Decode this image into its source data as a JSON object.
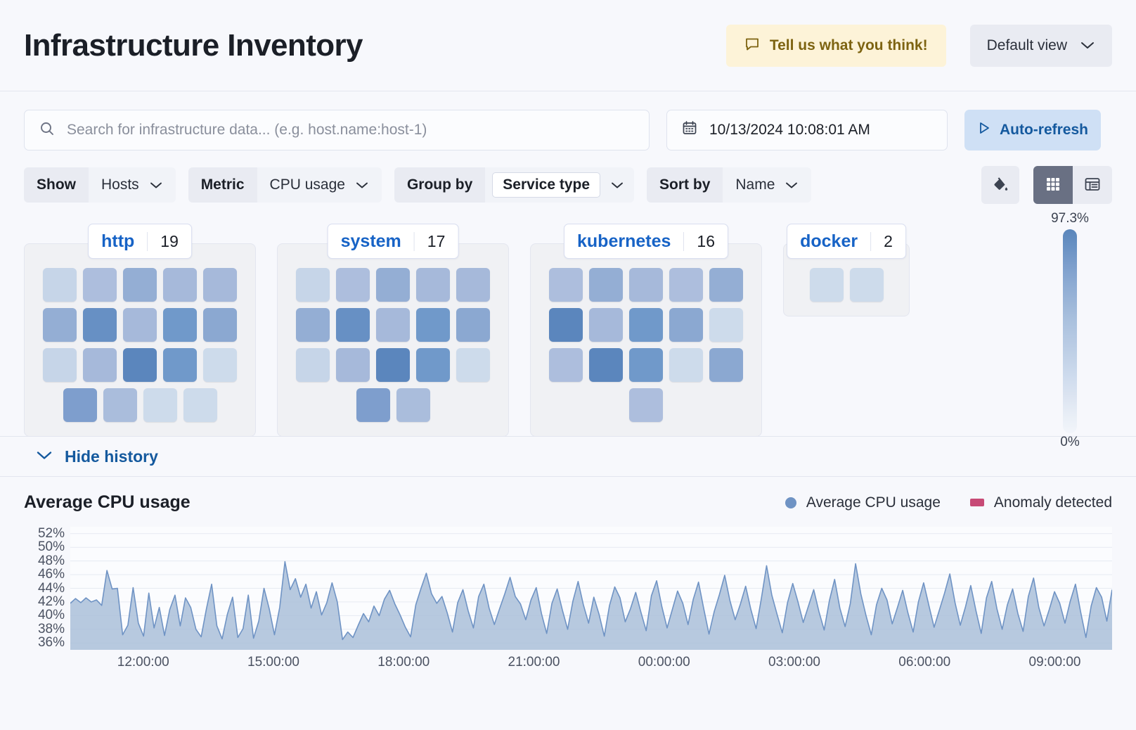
{
  "header": {
    "title": "Infrastructure Inventory",
    "feedback_label": "Tell us what you think!",
    "feedback_icon": "comment-icon",
    "view_label": "Default view",
    "view_chevron": "chevron-down-icon"
  },
  "search": {
    "icon": "search-icon",
    "placeholder": "Search for infrastructure data... (e.g. host.name:host-1)",
    "value": ""
  },
  "datepicker": {
    "icon": "calendar-icon",
    "value": "10/13/2024 10:08:01 AM"
  },
  "refresh": {
    "icon": "play-icon",
    "label": "Auto-refresh"
  },
  "filters": [
    {
      "label": "Show",
      "value": "Hosts",
      "boxed": false,
      "chevron": "chevron-down-icon"
    },
    {
      "label": "Metric",
      "value": "CPU usage",
      "boxed": false,
      "chevron": "chevron-down-icon"
    },
    {
      "label": "Group by",
      "value": "Service type",
      "boxed": true,
      "chevron": "chevron-down-icon"
    },
    {
      "label": "Sort by",
      "value": "Name",
      "boxed": false,
      "chevron": "chevron-down-icon"
    }
  ],
  "view_tools": {
    "legend_icon": "paint-bucket-icon",
    "grid_icon": "grid-view-icon",
    "table_icon": "table-view-icon",
    "active": "grid"
  },
  "legend_scale": {
    "max": "97.3%",
    "min": "0%"
  },
  "groups": [
    {
      "name": "http",
      "count": "19",
      "rows": [
        [
          "#c6d5e8",
          "#adbedd",
          "#94aed4",
          "#a6b9da",
          "#a6b9da"
        ],
        [
          "#94aed4",
          "#6790c4",
          "#a6b9da",
          "#7099ca",
          "#8ba8d1"
        ],
        [
          "#c6d5e8",
          "#a6b9da",
          "#5b86bd",
          "#7099ca",
          "#cddbeb"
        ],
        [
          "#7e9ecd",
          "#aabddc",
          "#cddbeb",
          "#cddbeb"
        ]
      ]
    },
    {
      "name": "system",
      "count": "17",
      "rows": [
        [
          "#c6d5e8",
          "#adbedd",
          "#94aed4",
          "#a6b9da",
          "#a6b9da"
        ],
        [
          "#94aed4",
          "#6790c4",
          "#a6b9da",
          "#7099ca",
          "#8ba8d1"
        ],
        [
          "#c6d5e8",
          "#a6b9da",
          "#5b86bd",
          "#7099ca",
          "#cddbeb"
        ],
        [
          "#7e9ecd",
          "#aabddc"
        ]
      ]
    },
    {
      "name": "kubernetes",
      "count": "16",
      "rows": [
        [
          "#adbedd",
          "#94aed4",
          "#a6b9da",
          "#adbedd",
          "#94aed4"
        ],
        [
          "#5b86bd",
          "#a6b9da",
          "#7099ca",
          "#8ba8d1",
          "#cddbeb"
        ],
        [
          "#adbedd",
          "#5b86bd",
          "#7099ca",
          "#cddbeb",
          "#8ba8d1"
        ],
        [
          "#adbedd"
        ]
      ]
    },
    {
      "name": "docker",
      "count": "2",
      "rows": [
        [
          "#cddbeb",
          "#cddbeb"
        ]
      ]
    }
  ],
  "history": {
    "toggle_label": "Hide history",
    "toggle_icon": "chevron-down-icon"
  },
  "chart_data": {
    "type": "area",
    "title": "Average CPU usage",
    "xlabel": "",
    "ylabel": "",
    "grid": true,
    "legend_position": "top-right",
    "legend": [
      {
        "name": "Average CPU usage",
        "color": "#6f93c4",
        "marker": "dot"
      },
      {
        "name": "Anomaly detected",
        "color": "#c74a76",
        "marker": "square"
      }
    ],
    "ylim": [
      35,
      53
    ],
    "yticks": [
      "52%",
      "50%",
      "48%",
      "46%",
      "44%",
      "42%",
      "40%",
      "38%",
      "36%"
    ],
    "ytick_values": [
      52,
      50,
      48,
      46,
      44,
      42,
      40,
      38,
      36
    ],
    "xticks": [
      "12:00:00",
      "15:00:00",
      "18:00:00",
      "21:00:00",
      "00:00:00",
      "03:00:00",
      "06:00:00",
      "09:00:00"
    ],
    "xtick_positions_pct": [
      7.0,
      19.5,
      32.0,
      44.5,
      57.0,
      69.5,
      82.0,
      94.5
    ],
    "series": [
      {
        "name": "Average CPU usage",
        "color": "#6f93c4",
        "fill": "#aabfd9",
        "values": [
          41.8,
          42.5,
          41.9,
          42.6,
          42.0,
          42.3,
          41.5,
          46.6,
          43.9,
          44.0,
          37.2,
          38.6,
          44.1,
          38.9,
          37.0,
          43.3,
          38.2,
          41.2,
          37.1,
          40.9,
          43.0,
          38.5,
          42.6,
          41.2,
          38.0,
          36.9,
          41.0,
          44.6,
          38.5,
          36.6,
          40.2,
          42.7,
          36.8,
          38.1,
          43.0,
          36.7,
          39.2,
          44.0,
          41.0,
          37.2,
          41.2,
          47.9,
          43.8,
          45.4,
          42.7,
          44.6,
          41.1,
          43.5,
          40.1,
          41.9,
          44.8,
          42.0,
          36.5,
          37.6,
          36.8,
          38.6,
          40.3,
          39.1,
          41.4,
          40.0,
          42.4,
          43.7,
          41.7,
          40.1,
          38.3,
          36.9,
          41.6,
          44.0,
          46.2,
          43.2,
          41.8,
          42.8,
          40.4,
          37.6,
          41.9,
          43.8,
          40.7,
          38.2,
          42.8,
          44.6,
          41.1,
          38.7,
          41.0,
          43.2,
          45.6,
          42.8,
          41.7,
          39.4,
          42.3,
          44.1,
          40.3,
          37.4,
          41.8,
          43.9,
          40.8,
          38.0,
          42.1,
          45.0,
          41.6,
          38.9,
          42.7,
          40.2,
          37.0,
          41.5,
          44.2,
          42.6,
          39.1,
          41.0,
          43.4,
          40.5,
          37.8,
          42.9,
          45.1,
          41.3,
          38.2,
          40.9,
          43.6,
          41.8,
          38.7,
          42.4,
          44.9,
          41.0,
          37.3,
          40.6,
          43.1,
          45.9,
          42.2,
          39.4,
          41.7,
          44.3,
          40.9,
          38.1,
          42.5,
          47.3,
          43.0,
          40.2,
          37.5,
          41.9,
          44.7,
          42.0,
          39.0,
          41.4,
          43.8,
          40.6,
          37.9,
          42.2,
          45.3,
          41.1,
          38.4,
          41.8,
          47.6,
          43.2,
          40.0,
          37.2,
          41.6,
          44.0,
          42.3,
          38.8,
          41.2,
          43.7,
          40.4,
          37.6,
          42.0,
          44.8,
          41.5,
          38.3,
          40.8,
          43.3,
          46.1,
          41.9,
          38.6,
          41.3,
          44.4,
          40.7,
          37.4,
          42.6,
          45.0,
          41.0,
          38.0,
          41.6,
          43.9,
          40.3,
          37.7,
          42.8,
          45.5,
          41.2,
          38.5,
          40.9,
          43.5,
          41.8,
          38.9,
          42.1,
          44.6,
          40.5,
          36.8,
          41.4,
          44.1,
          42.7,
          39.2,
          43.8
        ]
      }
    ]
  }
}
